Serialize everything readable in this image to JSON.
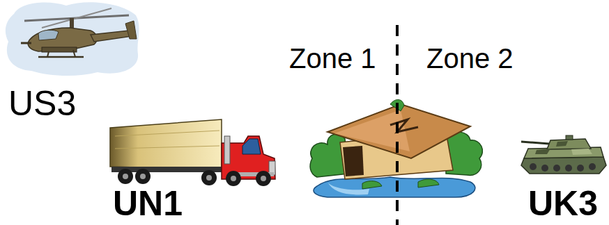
{
  "diagram": {
    "labels": [
      "Zone 1",
      "Zone 2",
      "US3",
      "UN1",
      "UK3"
    ]
  }
}
